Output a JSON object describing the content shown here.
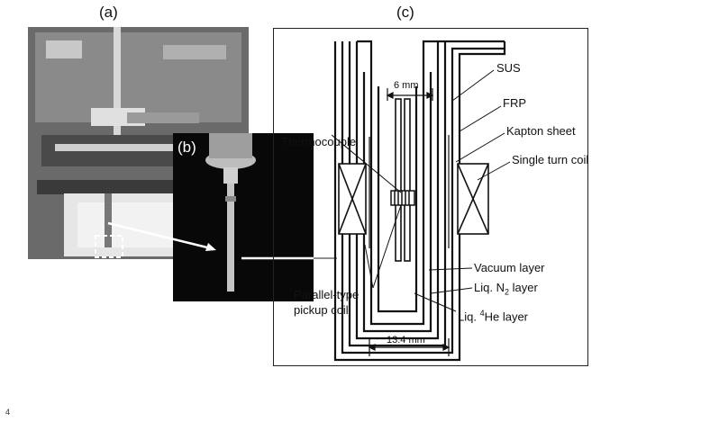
{
  "panels": {
    "a": "(a)",
    "b": "(b)",
    "c": "(c)"
  },
  "diagram": {
    "dim_top": "6 mm",
    "dim_bottom": "13.4 mm",
    "labels": {
      "sus": "SUS",
      "frp": "FRP",
      "kapton": "Kapton sheet",
      "coil": "Single turn coil",
      "thermocouple": "Thermocouple",
      "vacuum": "Vacuum layer",
      "ln2_prefix": "Liq. N",
      "ln2_sub": "2",
      "ln2_suffix": " layer",
      "he_prefix": "Liq. ",
      "he_sup": "4",
      "he_suffix": "He layer",
      "pickup_line1": "Parallel-type",
      "pickup_line2": "pickup coil"
    }
  },
  "footnote": "4"
}
